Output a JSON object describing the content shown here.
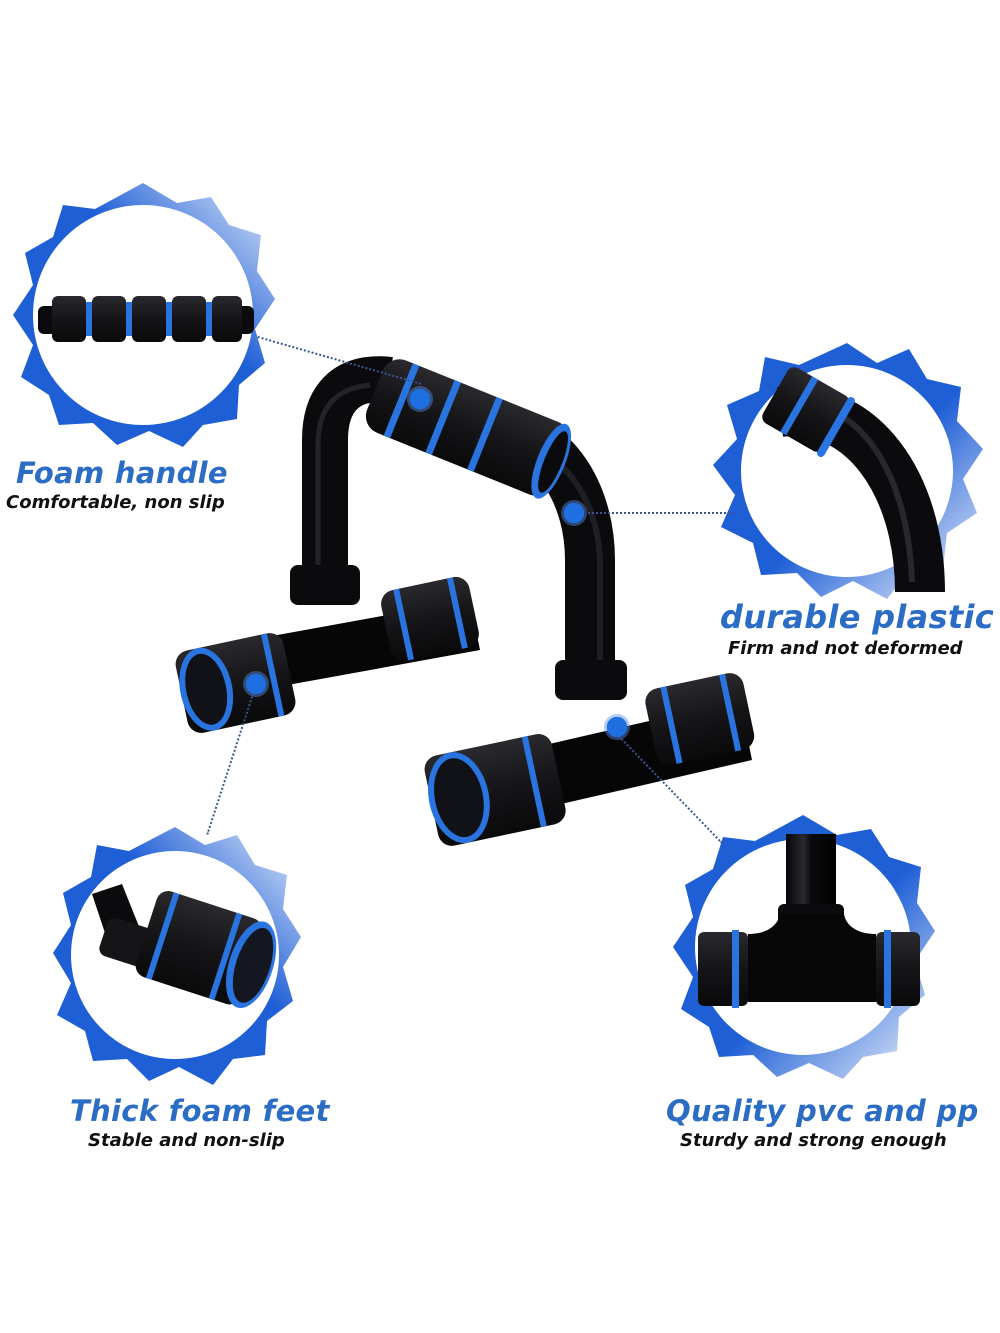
{
  "colors": {
    "accent_blue": "#2b6cc4",
    "frame_blue": "#1f5fd6",
    "text_dark": "#111111",
    "product_black": "#0d0d0f",
    "foam_blue": "#2a74e0"
  },
  "features": [
    {
      "id": "foam-handle",
      "title": "Foam handle",
      "subtitle": "Comfortable, non slip",
      "icon": "foam-handle-closeup-icon"
    },
    {
      "id": "durable-plastic",
      "title": "durable plastic",
      "subtitle": "Firm and not deformed",
      "icon": "bent-tube-closeup-icon"
    },
    {
      "id": "thick-foam-feet",
      "title": "Thick foam feet",
      "subtitle": "Stable and non-slip",
      "icon": "foam-foot-closeup-icon"
    },
    {
      "id": "quality-pvc-pp",
      "title": "Quality pvc and pp",
      "subtitle": "Sturdy and strong enough",
      "icon": "t-joint-closeup-icon"
    }
  ],
  "product": {
    "name_icon": "push-up-bar-icon"
  }
}
